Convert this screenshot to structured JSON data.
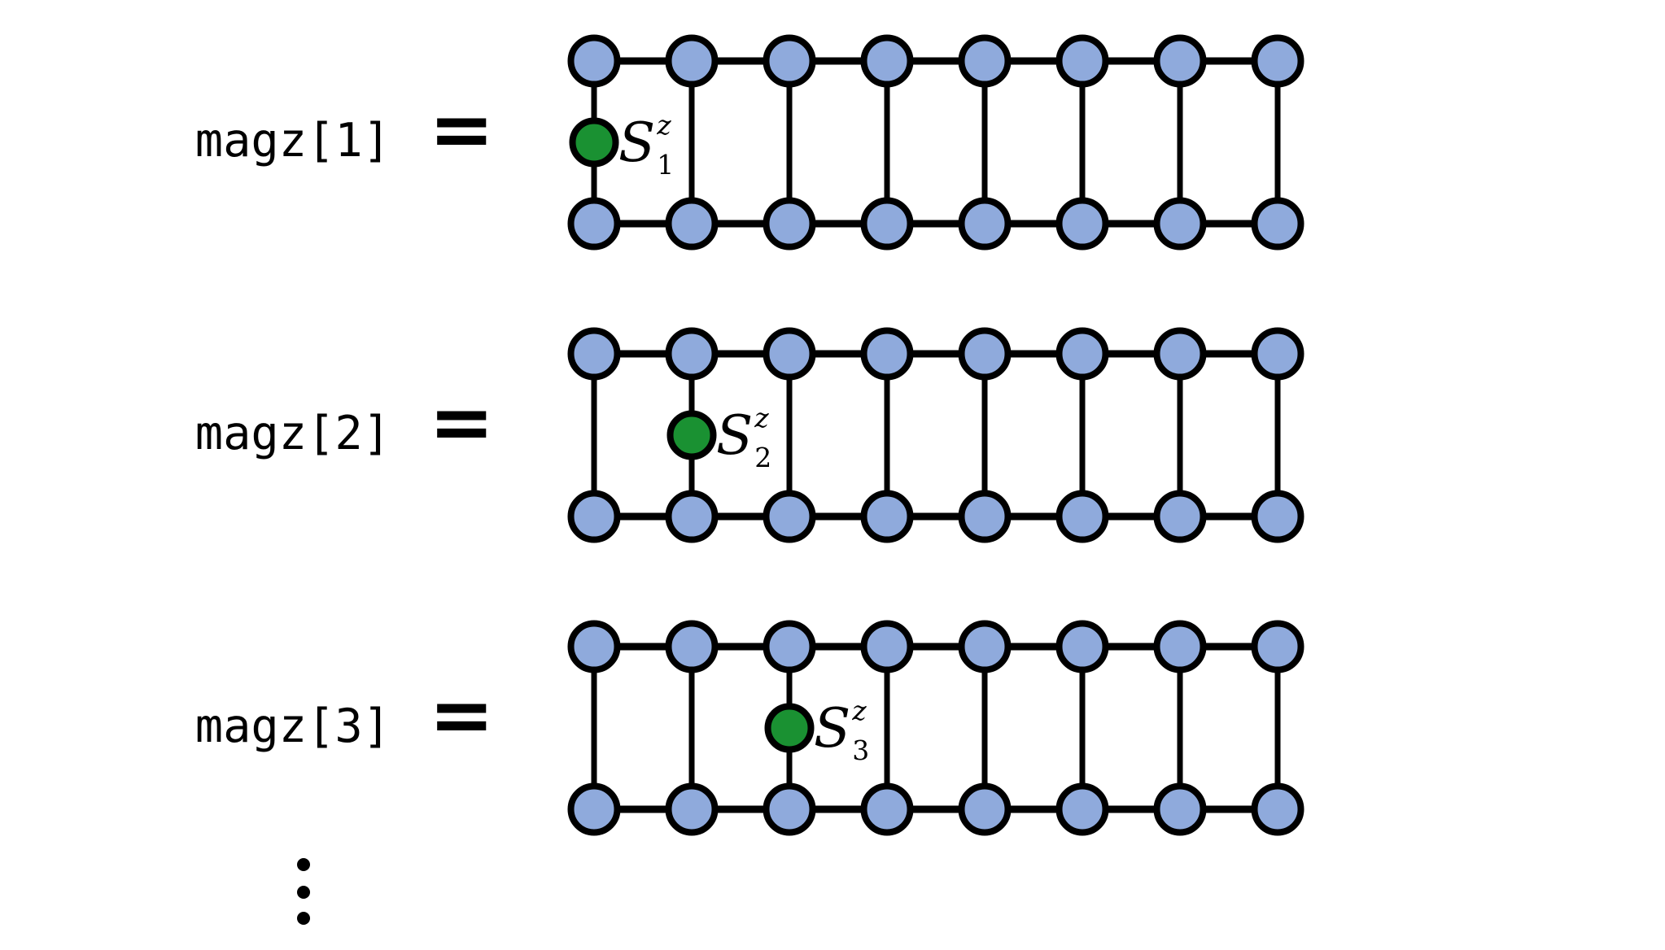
{
  "figure": {
    "rows": [
      {
        "label": "magz[1]",
        "equals": "=",
        "operator": {
          "base": "S",
          "sup": "z",
          "sub": "1"
        },
        "operator_site": 1
      },
      {
        "label": "magz[2]",
        "equals": "=",
        "operator": {
          "base": "S",
          "sup": "z",
          "sub": "2"
        },
        "operator_site": 2
      },
      {
        "label": "magz[3]",
        "equals": "=",
        "operator": {
          "base": "S",
          "sup": "z",
          "sub": "3"
        },
        "operator_site": 3
      }
    ],
    "ladder": {
      "columns": 8,
      "rails": 2
    },
    "colors": {
      "site_fill": "#8FAADC",
      "site_stroke": "#000000",
      "operator_fill": "#1A9132",
      "bond_color": "#000000"
    },
    "ellipsis": {
      "dots": 3
    }
  }
}
